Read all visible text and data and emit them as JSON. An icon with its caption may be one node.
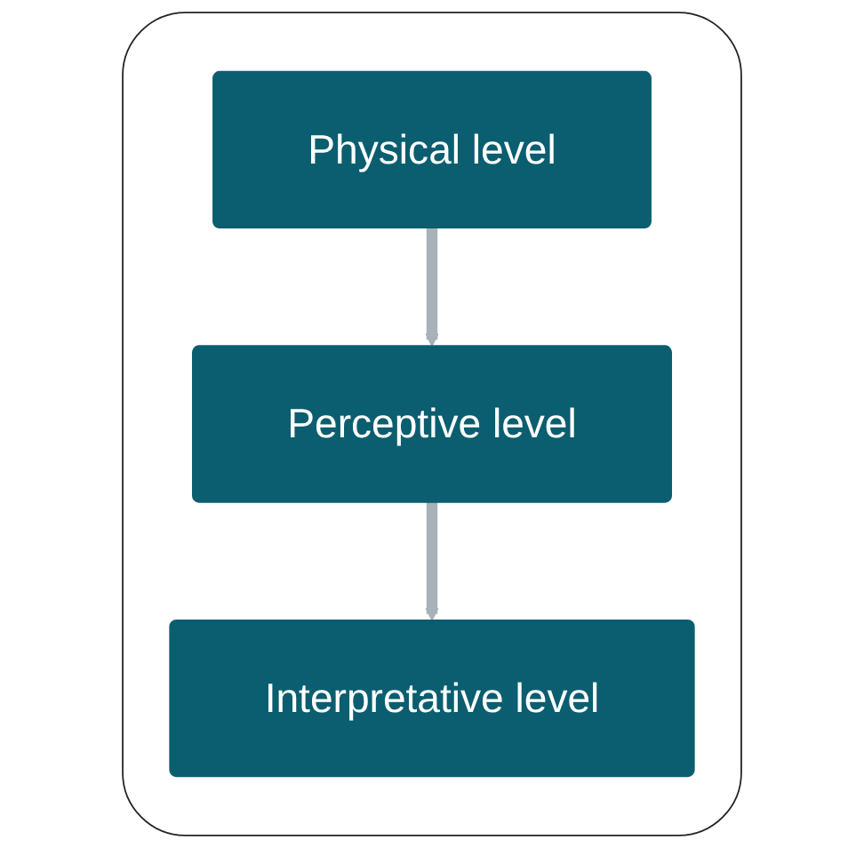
{
  "diagram": {
    "nodes": [
      {
        "text": [],
        "shape": "box"
      },
      {
        "text": [
          "Physical level"
        ],
        "in": 0
      },
      {
        "text": [
          "Perceptive level"
        ],
        "in": 0
      },
      {
        "text": [
          "Interpretative level"
        ],
        "in": 0
      }
    ],
    "edges": [
      {
        "from": 1,
        "to": 2,
        "arrow": "to"
      },
      {
        "from": 2,
        "to": 3,
        "arrow": "to"
      }
    ]
  }
}
